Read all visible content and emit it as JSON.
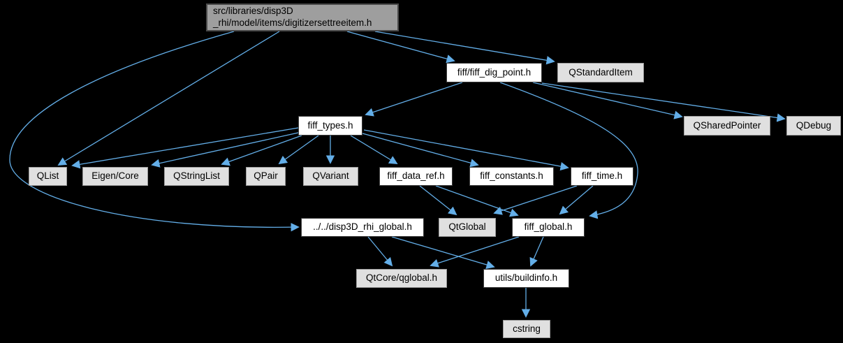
{
  "graph": {
    "title": "include dependency graph for digitizersettreeitem.h",
    "background_color": "#000000",
    "edge_color": "#63aee8",
    "node_styles": {
      "current": {
        "fill": "#9e9e9e",
        "border": "#4a4a4a",
        "text": "#000000"
      },
      "internal": {
        "fill": "#ffffff",
        "border": "#3d3d3d",
        "text": "#000000"
      },
      "external": {
        "fill": "#e0e0e0",
        "border": "#9a9a9a",
        "text": "#000000"
      }
    },
    "nodes": [
      {
        "id": "digitizersettreeitem",
        "label": "src/libraries/disp3D\n_rhi/model/items/digitizersettreeitem.h",
        "kind": "current"
      },
      {
        "id": "fiff_dig_point",
        "label": "fiff/fiff_dig_point.h",
        "kind": "internal"
      },
      {
        "id": "qstandarditem",
        "label": "QStandardItem",
        "kind": "external"
      },
      {
        "id": "fiff_types",
        "label": "fiff_types.h",
        "kind": "internal"
      },
      {
        "id": "qsharedpointer",
        "label": "QSharedPointer",
        "kind": "external"
      },
      {
        "id": "qdebug",
        "label": "QDebug",
        "kind": "external"
      },
      {
        "id": "qlist",
        "label": "QList",
        "kind": "external"
      },
      {
        "id": "eigen_core",
        "label": "Eigen/Core",
        "kind": "external"
      },
      {
        "id": "qstringlist",
        "label": "QStringList",
        "kind": "external"
      },
      {
        "id": "qpair",
        "label": "QPair",
        "kind": "external"
      },
      {
        "id": "qvariant",
        "label": "QVariant",
        "kind": "external"
      },
      {
        "id": "fiff_data_ref",
        "label": "fiff_data_ref.h",
        "kind": "internal"
      },
      {
        "id": "fiff_constants",
        "label": "fiff_constants.h",
        "kind": "internal"
      },
      {
        "id": "fiff_time",
        "label": "fiff_time.h",
        "kind": "internal"
      },
      {
        "id": "disp3d_rhi_global",
        "label": "../../disp3D_rhi_global.h",
        "kind": "internal"
      },
      {
        "id": "qtglobal",
        "label": "QtGlobal",
        "kind": "external"
      },
      {
        "id": "fiff_global",
        "label": "fiff_global.h",
        "kind": "internal"
      },
      {
        "id": "qtcore_qglobal",
        "label": "QtCore/qglobal.h",
        "kind": "external"
      },
      {
        "id": "utils_buildinfo",
        "label": "utils/buildinfo.h",
        "kind": "internal"
      },
      {
        "id": "cstring",
        "label": "cstring",
        "kind": "external"
      }
    ],
    "edges": [
      {
        "from": "digitizersettreeitem",
        "to": "fiff_dig_point"
      },
      {
        "from": "digitizersettreeitem",
        "to": "qstandarditem"
      },
      {
        "from": "digitizersettreeitem",
        "to": "qlist"
      },
      {
        "from": "digitizersettreeitem",
        "to": "disp3d_rhi_global"
      },
      {
        "from": "fiff_dig_point",
        "to": "fiff_types"
      },
      {
        "from": "fiff_dig_point",
        "to": "qsharedpointer"
      },
      {
        "from": "fiff_dig_point",
        "to": "qdebug"
      },
      {
        "from": "fiff_dig_point",
        "to": "fiff_global"
      },
      {
        "from": "fiff_types",
        "to": "qlist"
      },
      {
        "from": "fiff_types",
        "to": "eigen_core"
      },
      {
        "from": "fiff_types",
        "to": "qstringlist"
      },
      {
        "from": "fiff_types",
        "to": "qpair"
      },
      {
        "from": "fiff_types",
        "to": "qvariant"
      },
      {
        "from": "fiff_types",
        "to": "fiff_data_ref"
      },
      {
        "from": "fiff_types",
        "to": "fiff_constants"
      },
      {
        "from": "fiff_types",
        "to": "fiff_time"
      },
      {
        "from": "fiff_data_ref",
        "to": "qtglobal"
      },
      {
        "from": "fiff_data_ref",
        "to": "fiff_global"
      },
      {
        "from": "fiff_time",
        "to": "qtglobal"
      },
      {
        "from": "fiff_time",
        "to": "fiff_global"
      },
      {
        "from": "disp3d_rhi_global",
        "to": "qtcore_qglobal"
      },
      {
        "from": "disp3d_rhi_global",
        "to": "utils_buildinfo"
      },
      {
        "from": "fiff_global",
        "to": "qtcore_qglobal"
      },
      {
        "from": "fiff_global",
        "to": "utils_buildinfo"
      },
      {
        "from": "utils_buildinfo",
        "to": "cstring"
      }
    ]
  }
}
